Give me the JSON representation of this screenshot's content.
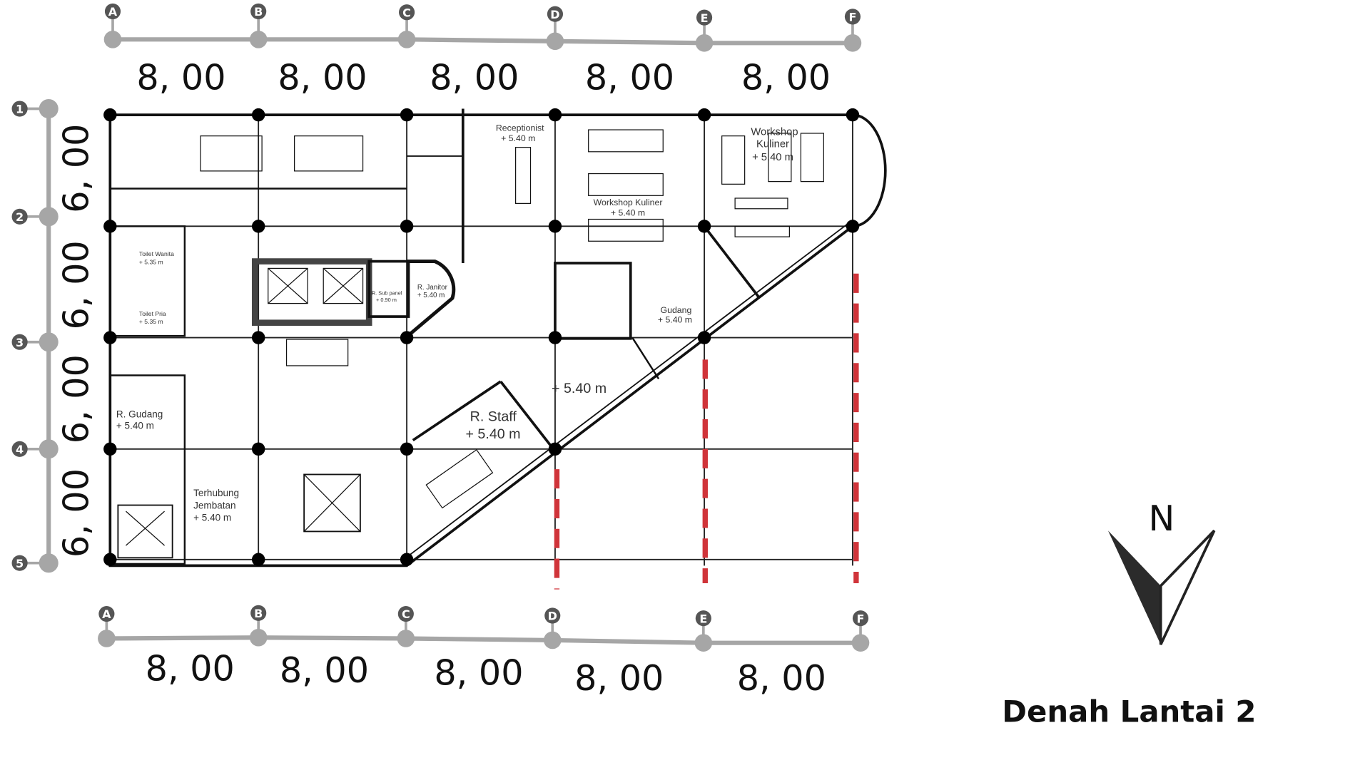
{
  "plan": {
    "title": "Denah Lantai 2",
    "north_label": "N",
    "column_axes": [
      "A",
      "B",
      "C",
      "D",
      "E",
      "F"
    ],
    "row_axes": [
      "1",
      "2",
      "3",
      "4",
      "5"
    ],
    "column_spans_top": [
      "8, 00",
      "8, 00",
      "8, 00",
      "8, 00",
      "8, 00"
    ],
    "column_spans_bottom": [
      "8, 00",
      "8, 00",
      "8, 00",
      "8, 00",
      "8, 00"
    ],
    "row_spans": [
      "6, 00",
      "6, 00",
      "6, 00",
      "6, 00"
    ],
    "rooms": {
      "receptionist": {
        "name": "Receptionist",
        "level": "+ 5.40 m"
      },
      "workshop_1": {
        "name": "Workshop Kuliner",
        "level": "+ 5.40 m"
      },
      "workshop_2": {
        "name1": "Workshop",
        "name2": "Kuliner",
        "level": "+ 5.40 m"
      },
      "toilet_wanita": {
        "name": "Toilet Wanita",
        "level": "+ 5.35 m"
      },
      "toilet_pria": {
        "name": "Toilet Pria",
        "level": "+ 5.35 m"
      },
      "sub_panel": {
        "name": "R. Sub panel",
        "level": "+ 0.90 m"
      },
      "janitor": {
        "name": "R. Janitor",
        "level": "+ 5.40 m"
      },
      "gudang": {
        "name": "Gudang",
        "level": "+ 5.40 m"
      },
      "hall": {
        "level": "+ 5.40 m"
      },
      "staff": {
        "name": "R. Staff",
        "level": "+ 5.40 m"
      },
      "r_gudang": {
        "name": "R. Gudang",
        "level": "+ 5.40 m"
      },
      "jembatan": {
        "name1": "Terhubung",
        "name2": "Jembatan",
        "level": "+ 5.40 m"
      }
    },
    "colors": {
      "axis": "#a6a6a6",
      "dashed": "#d0343a",
      "wall": "#111111"
    }
  }
}
